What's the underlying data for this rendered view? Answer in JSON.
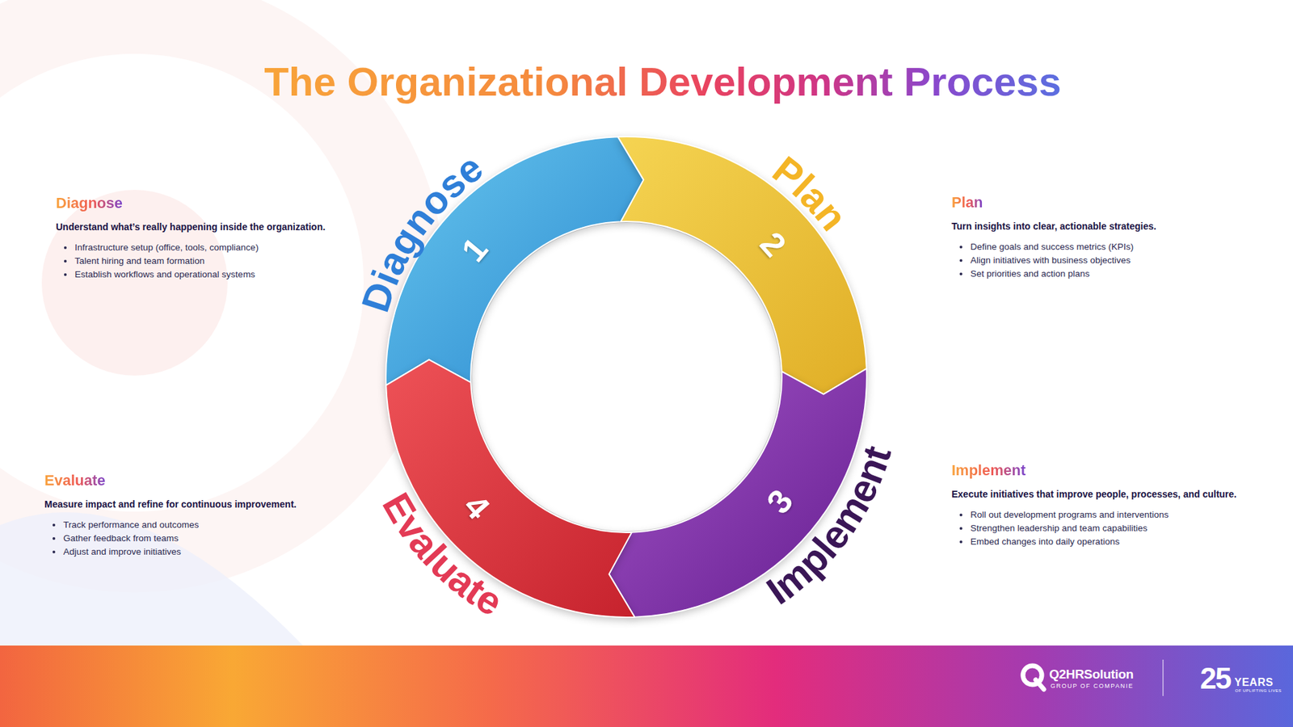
{
  "diagram": {
    "title": "The Organizational Development Process",
    "nodes": [
      {
        "text": [
          "Diagnose",
          "1"
        ]
      },
      {
        "text": [
          "Plan",
          "2"
        ]
      },
      {
        "text": [
          "Implement",
          "3"
        ]
      },
      {
        "text": [
          "Evaluate",
          "4"
        ]
      }
    ],
    "labels": [
      "Diagnose",
      "Understand what’s really happening inside the organization.",
      "Infrastructure setup (office, tools, compliance)",
      "Talent hiring and team formation",
      "Establish workflows and operational systems",
      "Plan",
      "Turn insights into clear, actionable strategies.",
      "Define goals and success metrics (KPIs)",
      "Align initiatives with business objectives",
      "Set priorities and action plans",
      "Implement",
      "Execute initiatives that improve people, processes, and culture.",
      "Roll out development programs and interventions",
      "Strengthen leadership and team capabilities",
      "Embed changes into daily operations",
      "Evaluate",
      "Measure impact and refine for continuous improvement.",
      "Track performance and outcomes",
      "Gather feedback from teams",
      "Adjust and improve initiatives",
      "Q2HRSolution",
      "GROUP OF COMPANIE",
      "25",
      "YEARS",
      "OF UPLIFTING LIVES"
    ]
  }
}
